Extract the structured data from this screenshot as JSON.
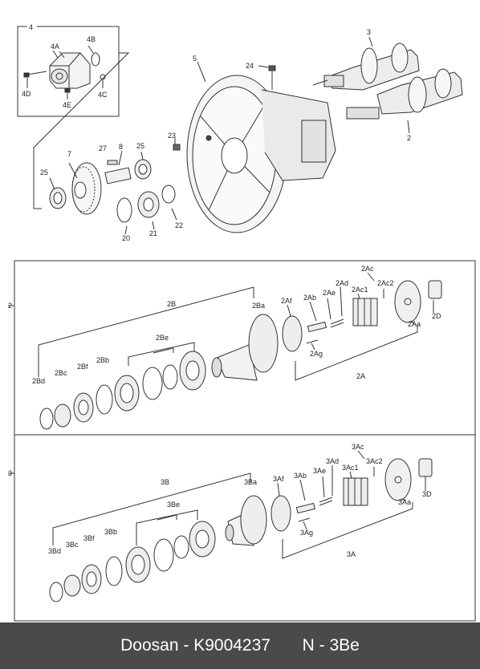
{
  "footer": {
    "brand": "Doosan",
    "separator": "-",
    "part_number": "K9004237",
    "ref": "N - 3Be"
  },
  "top_section": {
    "labels": {
      "l4": "4",
      "l4A": "4A",
      "l4B": "4B",
      "l4C": "4C",
      "l4D": "4D",
      "l4E": "4E",
      "l3": "3",
      "l5": "5",
      "l24": "24",
      "l2": "2",
      "l23": "23",
      "l27": "27",
      "l8": "8",
      "l25a": "25",
      "l7": "7",
      "l25b": "25",
      "l20": "20",
      "l21": "21",
      "l22": "22"
    }
  },
  "section_2": {
    "side_label": "2",
    "labels": {
      "l2B": "2B",
      "l2Ba": "2Ba",
      "l2Af": "2Af",
      "l2Ab": "2Ab",
      "l2Ae": "2Ae",
      "l2Ad": "2Ad",
      "l2Ac": "2Ac",
      "l2Ac1": "2Ac1",
      "l2Ac2": "2Ac2",
      "l2Aa": "2Aa",
      "l2D": "2D",
      "l2Ag": "2Ag",
      "l2A": "2A",
      "l2Be": "2Be",
      "l2Bb": "2Bb",
      "l2Bf": "2Bf",
      "l2Bc": "2Bc",
      "l2Bd": "2Bd"
    }
  },
  "section_3": {
    "side_label": "3",
    "labels": {
      "l3B": "3B",
      "l3Ba": "3Ba",
      "l3Af": "3Af",
      "l3Ab": "3Ab",
      "l3Ae": "3Ae",
      "l3Ad": "3Ad",
      "l3Ac": "3Ac",
      "l3Ac1": "3Ac1",
      "l3Ac2": "3Ac2",
      "l3Aa": "3Aa",
      "l3D": "3D",
      "l3Ag": "3Ag",
      "l3A": "3A",
      "l3Be": "3Be",
      "l3Bb": "3Bb",
      "l3Bf": "3Bf",
      "l3Bc": "3Bc",
      "l3Bd": "3Bd"
    }
  }
}
